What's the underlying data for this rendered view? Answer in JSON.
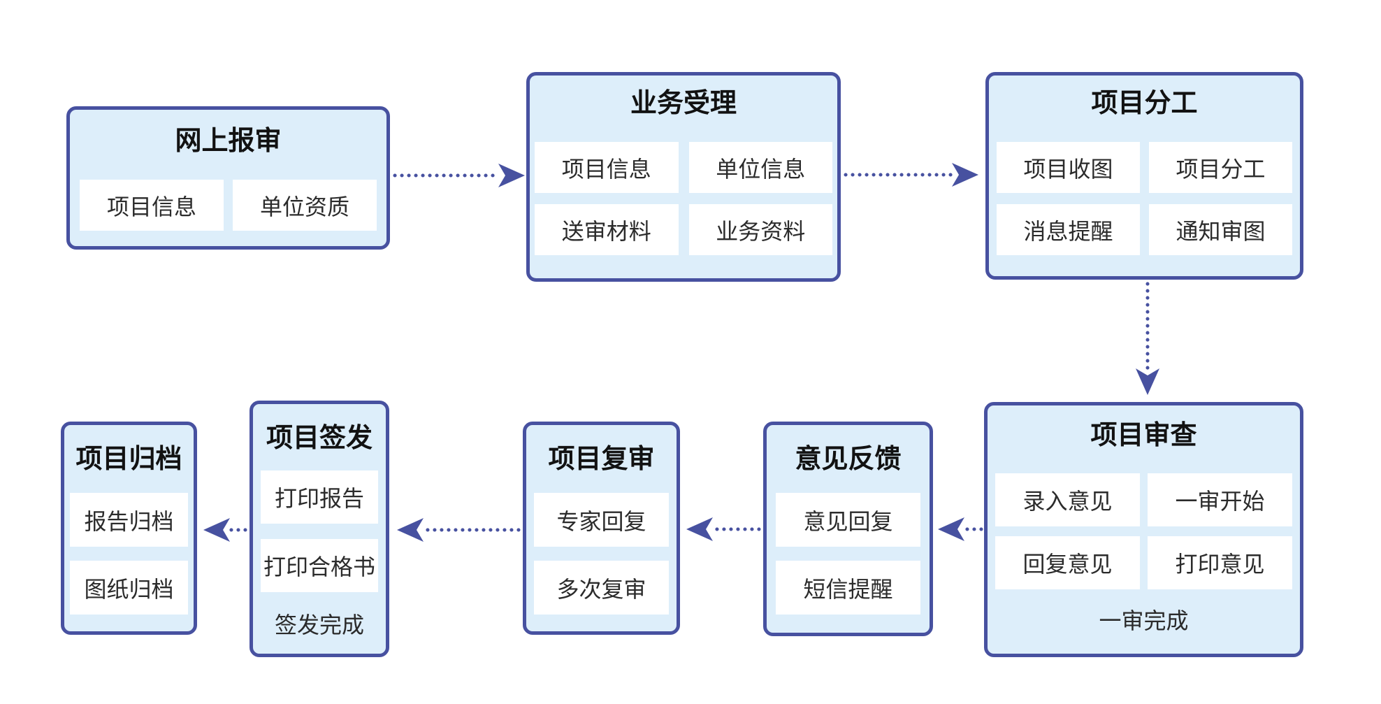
{
  "colors": {
    "border": "#4751a0",
    "fill": "#ddeefa",
    "cell": "#ffffff",
    "title": "#121212",
    "text": "#2b2b2b",
    "arrow": "#4751a0",
    "background": "#ffffff"
  },
  "nodes": [
    {
      "id": "online-apply",
      "title": "网上报审",
      "items": [
        "项目信息",
        "单位资质"
      ]
    },
    {
      "id": "business-acceptance",
      "title": "业务受理",
      "items": [
        "项目信息",
        "单位信息",
        "送审材料",
        "业务资料"
      ]
    },
    {
      "id": "project-assignment",
      "title": "项目分工",
      "items": [
        "项目收图",
        "项目分工",
        "消息提醒",
        "通知审图"
      ]
    },
    {
      "id": "project-review",
      "title": "项目审查",
      "items": [
        "录入意见",
        "一审开始",
        "回复意见",
        "打印意见"
      ],
      "footer": "一审完成"
    },
    {
      "id": "feedback",
      "title": "意见反馈",
      "items": [
        "意见回复",
        "短信提醒"
      ]
    },
    {
      "id": "project-recheck",
      "title": "项目复审",
      "items": [
        "专家回复",
        "多次复审"
      ]
    },
    {
      "id": "project-issue",
      "title": "项目签发",
      "items": [
        "打印报告",
        "打印合格书"
      ],
      "footer": "签发完成"
    },
    {
      "id": "project-archive",
      "title": "项目归档",
      "items": [
        "报告归档",
        "图纸归档"
      ]
    }
  ],
  "connections": [
    {
      "from": "online-apply",
      "to": "business-acceptance"
    },
    {
      "from": "business-acceptance",
      "to": "project-assignment"
    },
    {
      "from": "project-assignment",
      "to": "project-review"
    },
    {
      "from": "project-review",
      "to": "feedback"
    },
    {
      "from": "feedback",
      "to": "project-recheck"
    },
    {
      "from": "project-recheck",
      "to": "project-issue"
    },
    {
      "from": "project-issue",
      "to": "project-archive"
    }
  ]
}
